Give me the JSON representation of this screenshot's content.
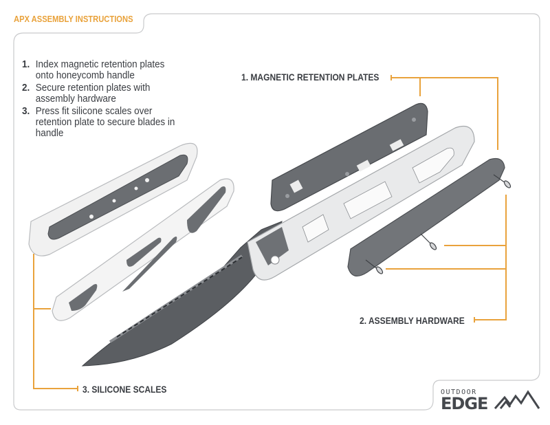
{
  "header": {
    "title": "APX ASSEMBLY INSTRUCTIONS"
  },
  "steps": [
    {
      "number": "1.",
      "text": "Index magnetic retention plates onto honeycomb handle"
    },
    {
      "number": "2.",
      "text": "Secure retention plates with assembly hardware"
    },
    {
      "number": "3.",
      "text": "Press fit silicone scales over retention plate to secure blades in handle"
    }
  ],
  "callouts": {
    "magnetic_plates": "1. MAGNETIC RETENTION PLATES",
    "assembly_hardware": "2. ASSEMBLY HARDWARE",
    "silicone_scales": "3. SILICONE SCALES"
  },
  "logo": {
    "line1": "OUTDOOR",
    "line2": "EDGE"
  },
  "colors": {
    "accent": "#E9A23B",
    "text": "#3A3D42",
    "frame": "#C9CACC",
    "illustration_dark": "#55585C",
    "illustration_mid": "#8C8F93",
    "illustration_light": "#E3E4E5"
  }
}
